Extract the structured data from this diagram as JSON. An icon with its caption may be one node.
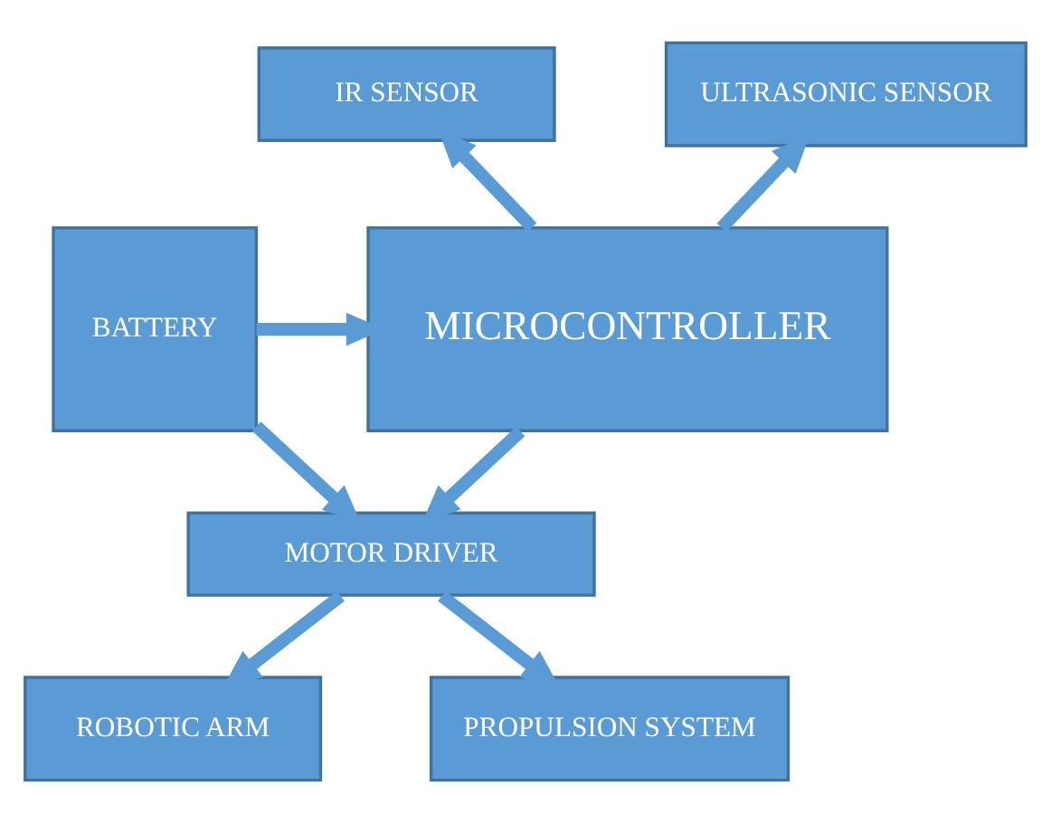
{
  "diagram": {
    "nodes": [
      {
        "text": [
          "IR SENSOR"
        ]
      },
      {
        "text": [
          "ULTRASONIC SENSOR"
        ]
      },
      {
        "text": [
          "MICROCONTROLLER"
        ]
      },
      {
        "text": [
          "BATTERY"
        ]
      },
      {
        "text": [
          "MOTOR DRIVER"
        ]
      },
      {
        "text": [
          "ROBOTIC ARM"
        ]
      },
      {
        "text": [
          "PROPULSION SYSTEM"
        ]
      }
    ],
    "edges": [
      {
        "from": 2,
        "to": 0,
        "arrow": "to"
      },
      {
        "from": 2,
        "to": 1,
        "arrow": "to"
      },
      {
        "from": 3,
        "to": 2,
        "arrow": "to"
      },
      {
        "from": 2,
        "to": 4,
        "arrow": "to"
      },
      {
        "from": 3,
        "to": 4,
        "arrow": "to"
      },
      {
        "from": 4,
        "to": 5,
        "arrow": "to"
      },
      {
        "from": 4,
        "to": 6,
        "arrow": "to"
      }
    ]
  }
}
